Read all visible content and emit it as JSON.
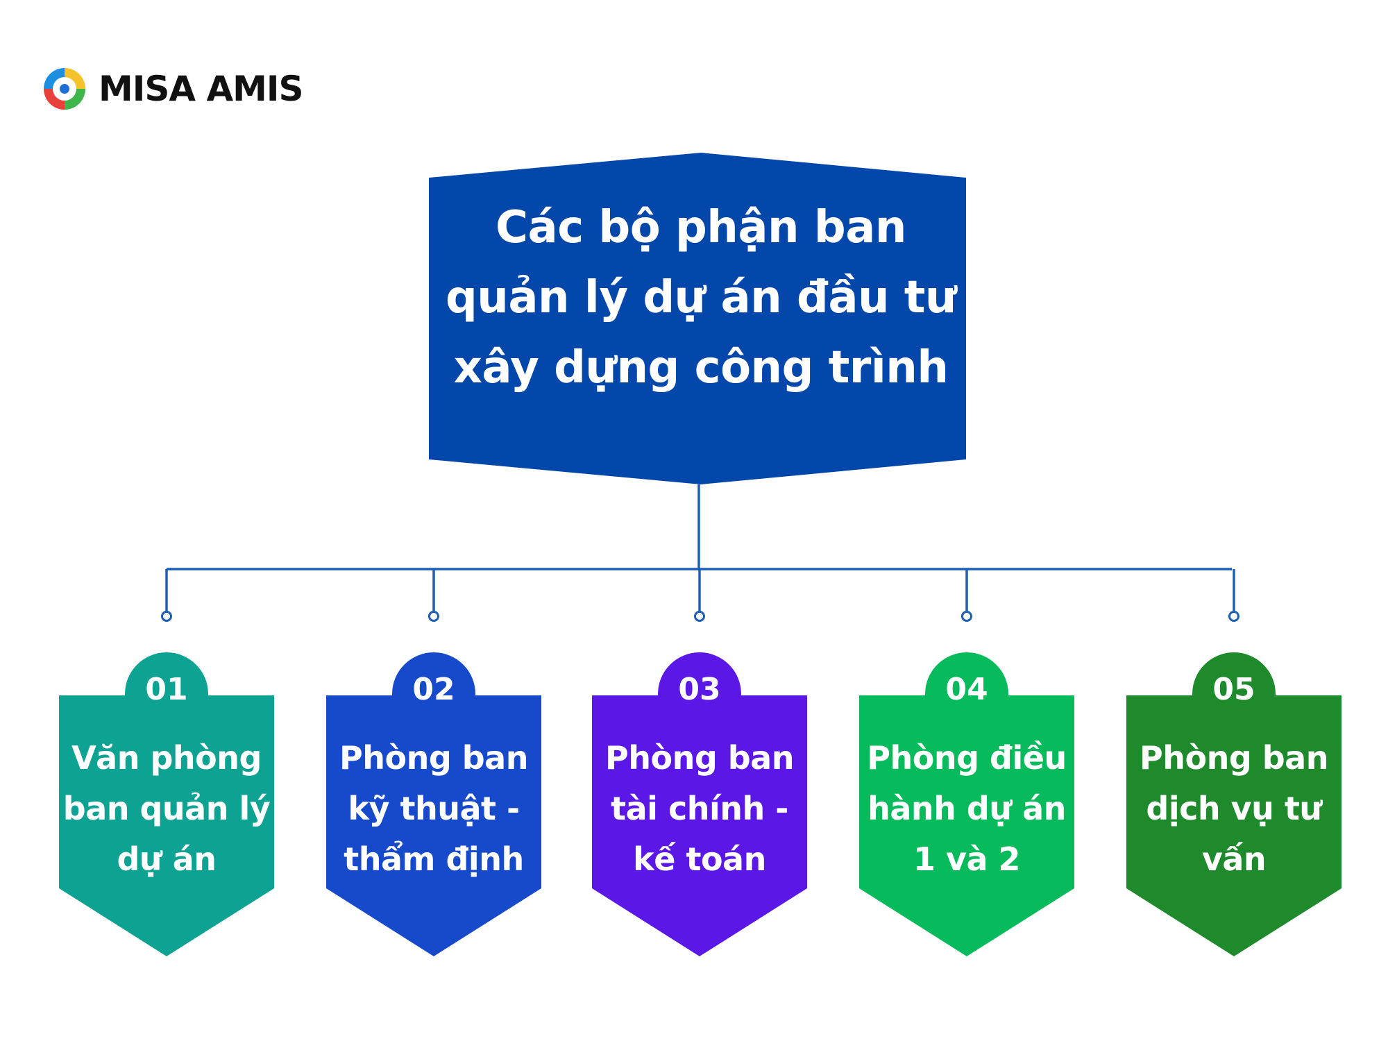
{
  "brand": {
    "name": "MISA AMIS"
  },
  "root": {
    "title": "Các bộ phận ban quản lý dự án đầu tư xây dựng công trình",
    "color": "#0447ab"
  },
  "line_color": "#1c5fb5",
  "departments": [
    {
      "number": "01",
      "label": "Văn phòng ban quản lý dự án",
      "color": "#0ea293"
    },
    {
      "number": "02",
      "label": "Phòng ban kỹ thuật - thẩm định",
      "color": "#1749cb"
    },
    {
      "number": "03",
      "label": "Phòng ban tài chính - kế toán",
      "color": "#5b17e6"
    },
    {
      "number": "04",
      "label": "Phòng điều hành dự án 1 và 2",
      "color": "#07bb5d"
    },
    {
      "number": "05",
      "label": "Phòng ban dịch vụ tư vấn",
      "color": "#1e8a2c"
    }
  ]
}
